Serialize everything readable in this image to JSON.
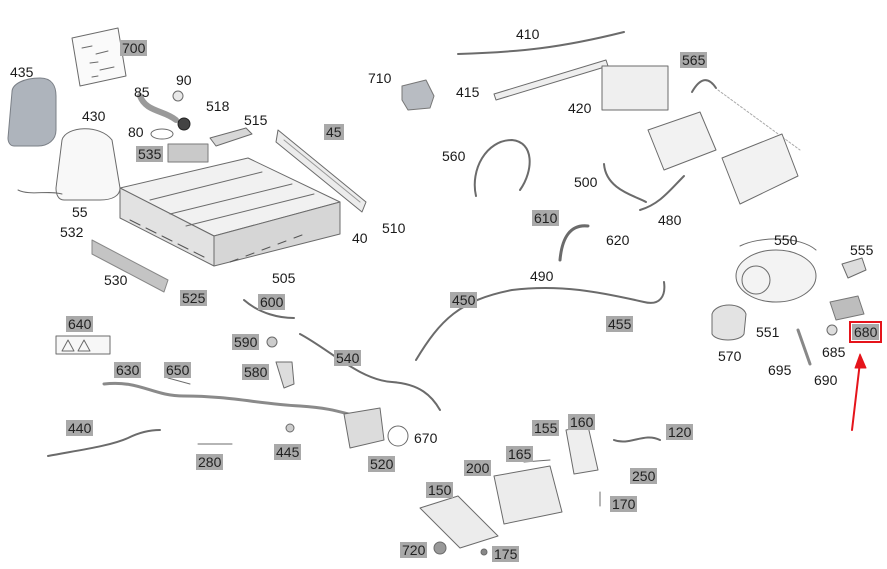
{
  "diagram": {
    "colors": {
      "part_stroke": "#6b6b6b",
      "part_fill": "#ececec",
      "label_highlight": "#a9a9a9",
      "selection": "#e5141b"
    },
    "selected_label": "680",
    "labels": {
      "l435": "435",
      "l700": "700",
      "l85": "85",
      "l90": "90",
      "l430": "430",
      "l518": "518",
      "l515": "515",
      "l80": "80",
      "l535": "535",
      "l45": "45",
      "l55": "55",
      "l532": "532",
      "l530": "530",
      "l525": "525",
      "l505": "505",
      "l40": "40",
      "l510": "510",
      "l410": "410",
      "l415": "415",
      "l710": "710",
      "l420": "420",
      "l565": "565",
      "l560": "560",
      "l500": "500",
      "l480": "480",
      "l610": "610",
      "l620": "620",
      "l490": "490",
      "l450": "450",
      "l455": "455",
      "l550": "550",
      "l555": "555",
      "l551": "551",
      "l570": "570",
      "l680": "680",
      "l685": "685",
      "l695": "695",
      "l690": "690",
      "l640": "640",
      "l600": "600",
      "l590": "590",
      "l580": "580",
      "l540": "540",
      "l630": "630",
      "l650": "650",
      "l440": "440",
      "l280": "280",
      "l445": "445",
      "l520": "520",
      "l670": "670",
      "l155": "155",
      "l160": "160",
      "l120": "120",
      "l165": "165",
      "l200": "200",
      "l250": "250",
      "l150": "150",
      "l170": "170",
      "l720": "720",
      "l175": "175"
    }
  }
}
